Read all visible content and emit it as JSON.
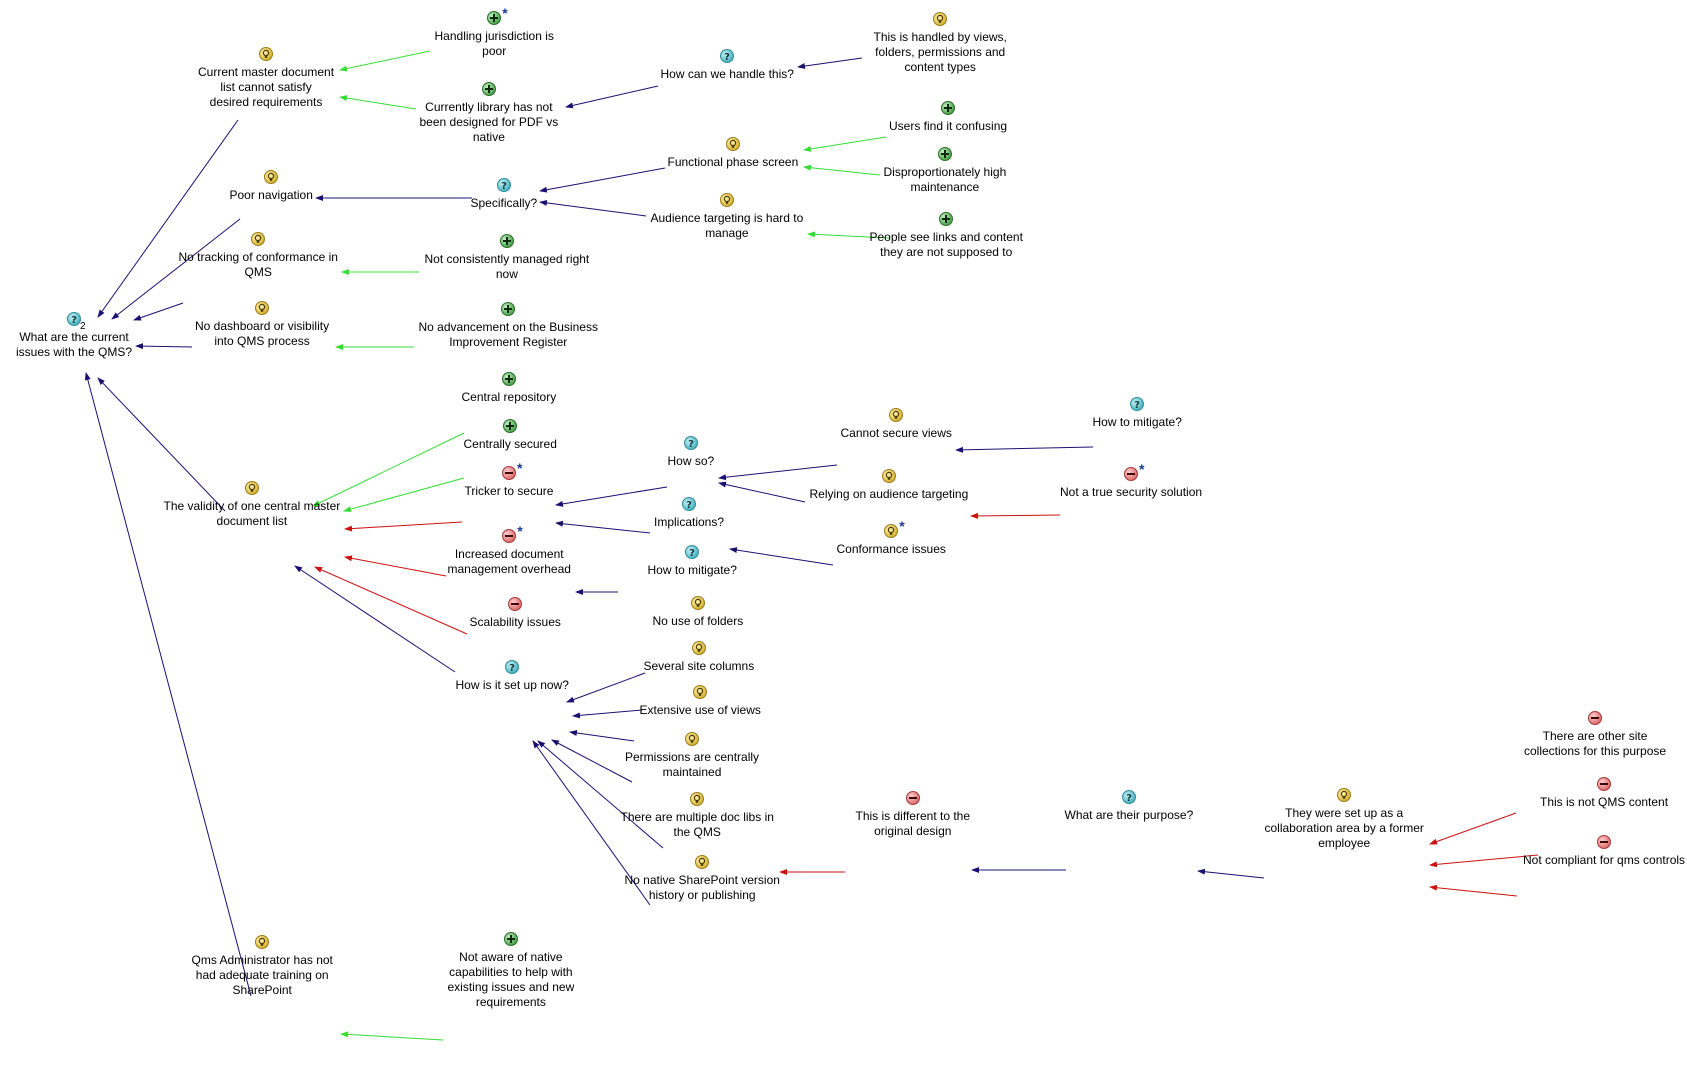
{
  "map": {
    "nodes": [
      {
        "id": "root",
        "type": "question",
        "label": "What are the current\nissues with the QMS?",
        "sub": "2"
      },
      {
        "id": "n_master_list",
        "type": "idea",
        "label": "Current master document\nlist cannot satisfy\ndesired requirements"
      },
      {
        "id": "n_jurisdiction",
        "type": "pro",
        "label": "Handling jurisdiction is\npoor",
        "star": "*"
      },
      {
        "id": "n_pdf",
        "type": "pro",
        "label": "Currently library has not\nbeen designed for PDF vs\nnative"
      },
      {
        "id": "n_how_handle",
        "type": "question",
        "label": "How can we handle this?"
      },
      {
        "id": "n_handled_views",
        "type": "idea",
        "label": "This is handled by views,\nfolders, permissions and\ncontent types"
      },
      {
        "id": "n_users_confusing",
        "type": "pro",
        "label": "Users find it confusing"
      },
      {
        "id": "n_functional",
        "type": "idea",
        "label": "Functional phase screen"
      },
      {
        "id": "n_disproportionate",
        "type": "pro",
        "label": "Disproportionately high\nmaintenance"
      },
      {
        "id": "n_specifically",
        "type": "question",
        "label": "Specifically?"
      },
      {
        "id": "n_poor_nav",
        "type": "idea",
        "label": "Poor navigation"
      },
      {
        "id": "n_audience",
        "type": "idea",
        "label": "Audience targeting is hard to\nmanage"
      },
      {
        "id": "n_people_see",
        "type": "pro",
        "label": "People see links and content\nthey are not supposed to"
      },
      {
        "id": "n_no_tracking",
        "type": "idea",
        "label": "No tracking of conformance in\nQMS"
      },
      {
        "id": "n_not_consistent",
        "type": "pro",
        "label": "Not consistently managed right\nnow"
      },
      {
        "id": "n_no_dashboard",
        "type": "idea",
        "label": "No dashboard or visibility\ninto QMS process"
      },
      {
        "id": "n_no_advancement",
        "type": "pro",
        "label": "No advancement on the Business\nImprovement Register"
      },
      {
        "id": "n_central_repo",
        "type": "pro",
        "label": "Central repository"
      },
      {
        "id": "n_central_secured",
        "type": "pro",
        "label": "Centrally secured"
      },
      {
        "id": "n_validity",
        "type": "idea",
        "label": "The validity of one central master\ndocument list"
      },
      {
        "id": "n_tricker",
        "type": "con",
        "label": "Tricker to secure",
        "star": "*"
      },
      {
        "id": "n_how_so",
        "type": "question",
        "label": "How so?"
      },
      {
        "id": "n_cannot_secure",
        "type": "idea",
        "label": "Cannot secure views"
      },
      {
        "id": "n_mitigate1",
        "type": "question",
        "label": "How to mitigate?"
      },
      {
        "id": "n_relying",
        "type": "idea",
        "label": "Relying on audience targeting"
      },
      {
        "id": "n_not_true",
        "type": "con",
        "label": "Not a true security solution",
        "star": "*"
      },
      {
        "id": "n_implications",
        "type": "question",
        "label": "Implications?"
      },
      {
        "id": "n_conformance",
        "type": "idea",
        "label": "Conformance issues",
        "star": "*"
      },
      {
        "id": "n_increased",
        "type": "con",
        "label": "Increased document\nmanagement overhead",
        "star": "*"
      },
      {
        "id": "n_mitigate2",
        "type": "question",
        "label": "How to mitigate?"
      },
      {
        "id": "n_scalability",
        "type": "con",
        "label": "Scalability issues"
      },
      {
        "id": "n_no_folders",
        "type": "idea",
        "label": "No use of folders"
      },
      {
        "id": "n_site_columns",
        "type": "idea",
        "label": "Several site columns"
      },
      {
        "id": "n_how_setup",
        "type": "question",
        "label": "How is it set up now?"
      },
      {
        "id": "n_extensive_views",
        "type": "idea",
        "label": "Extensive use of views"
      },
      {
        "id": "n_permissions",
        "type": "idea",
        "label": "Permissions are centrally\nmaintained"
      },
      {
        "id": "n_multiple_libs",
        "type": "idea",
        "label": "There are multiple doc libs in\nthe QMS"
      },
      {
        "id": "n_no_native",
        "type": "idea",
        "label": "No native SharePoint version\nhistory or publishing"
      },
      {
        "id": "n_different",
        "type": "con",
        "label": "This is different to the\noriginal design"
      },
      {
        "id": "n_purpose",
        "type": "question",
        "label": "What are their purpose?"
      },
      {
        "id": "n_collab",
        "type": "idea",
        "label": "They were set up as a\ncollaboration area by a former\nemployee"
      },
      {
        "id": "n_other_sites",
        "type": "con",
        "label": "There are other site\ncollections for this purpose"
      },
      {
        "id": "n_not_qms",
        "type": "con",
        "label": "This is not QMS content"
      },
      {
        "id": "n_not_compliant",
        "type": "con",
        "label": "Not compliant for qms controls"
      },
      {
        "id": "n_admin",
        "type": "idea",
        "label": "Qms Administrator has not\nhad adequate training on\nSharePoint"
      },
      {
        "id": "n_not_aware",
        "type": "pro",
        "label": "Not aware of native\ncapabilities to help with\nexisting issues and new\nrequirements"
      }
    ],
    "link_colors": {
      "idea": "#1a1070",
      "pro": "#33dd33",
      "con": "#cc1111"
    }
  }
}
